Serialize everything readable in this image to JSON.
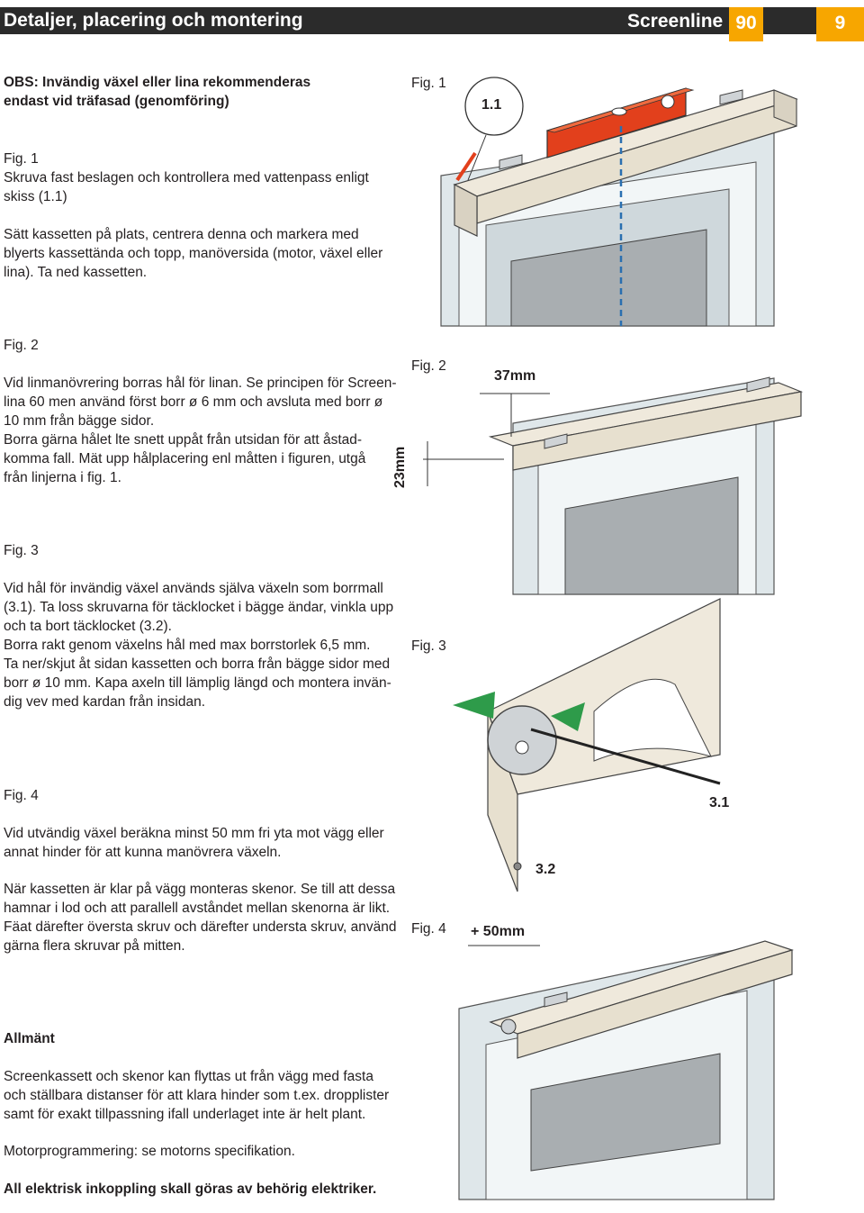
{
  "header": {
    "title": "Detaljer, placering och montering",
    "brand": "Screenline",
    "model": "90",
    "page_number": "9"
  },
  "obs": [
    "OBS: Invändig växel eller lina rekommenderas",
    "endast vid träfasad (genomföring)"
  ],
  "fig1": {
    "label": "Fig. 1",
    "lines": [
      "Skruva fast beslagen och kontrollera med vattenpass enligt",
      "skiss (1.1)"
    ],
    "lines2": [
      "Sätt kassetten på plats, centrera denna och markera med",
      "blyerts kassettända och topp, manöversida (motor, växel eller",
      "lina). Ta ned kassetten."
    ],
    "callout": "1.1"
  },
  "fig2": {
    "label": "Fig. 2",
    "lines": [
      "Vid linmanövrering borras hål för linan. Se principen för Screen-",
      "lina 60 men använd först borr ø 6 mm och avsluta med borr ø",
      "10 mm från bägge sidor.",
      "Borra gärna hålet lte snett uppåt från utsidan för att åstad-",
      "komma fall. Mät upp hålplacering enl måtten i figuren, utgå",
      "från linjerna i  fig. 1."
    ],
    "dim_width": "37mm",
    "dim_height": "23mm"
  },
  "fig3": {
    "label": "Fig. 3",
    "lines": [
      "Vid hål för invändig växel används själva växeln som borrmall",
      "(3.1). Ta loss skruvarna för täcklocket i bägge ändar, vinkla upp",
      "och ta bort täcklocket (3.2).",
      "Borra rakt genom växelns hål  med max borrstorlek 6,5 mm.",
      "Ta ner/skjut åt sidan kassetten och borra från bägge sidor med",
      "borr ø 10 mm. Kapa axeln till lämplig längd och montera invän-",
      "dig vev med kardan från insidan."
    ],
    "callout_1": "3.1",
    "callout_2": "3.2"
  },
  "fig4": {
    "label": "Fig. 4",
    "lines": [
      "Vid utvändig växel beräkna minst 50 mm fri yta mot vägg eller",
      "annat hinder för att kunna manövrera växeln."
    ],
    "lines2": [
      "När kassetten är klar på vägg monteras skenor. Se till att dessa",
      "hamnar i lod och att parallell avståndet mellan skenorna är likt.",
      "Fäat därefter översta skruv och därefter understa skruv, använd",
      "gärna flera skruvar på mitten."
    ],
    "dim": "+ 50mm"
  },
  "general": {
    "title": "Allmänt",
    "lines": [
      "Screenkassett och skenor kan flyttas ut från vägg med fasta",
      "och ställbara distanser för att klara hinder som t.ex. dropplister",
      "samt för exakt  tillpassning ifall underlaget inte är helt plant."
    ],
    "motor": "Motorprogrammering: se motorns specifikation.",
    "warning": "All elektrisk inkoppling skall göras av behörig elektriker."
  },
  "colors": {
    "accent": "#f7a600",
    "header_bg": "#2b2b2b",
    "arrow_green": "#2e9b4a",
    "level_red": "#e2401c",
    "plumb_blue": "#2a6fb0"
  }
}
